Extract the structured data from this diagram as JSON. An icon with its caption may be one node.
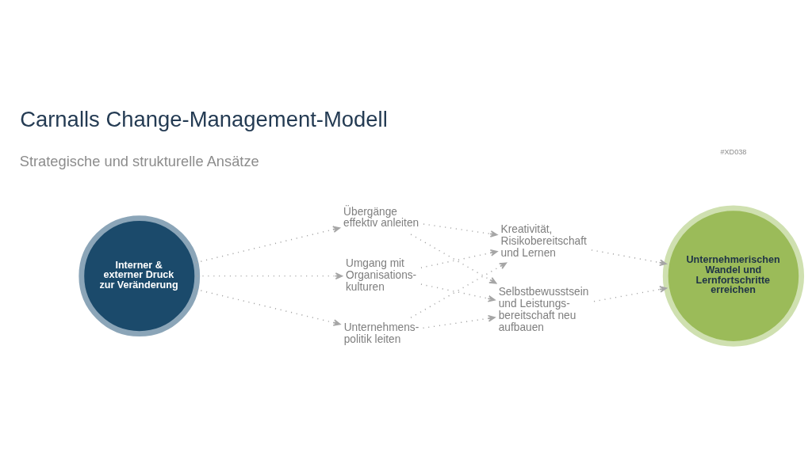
{
  "diagram": {
    "title": "Carnalls Change-Management-Modell",
    "nodes": [
      {
        "text": [
          "Interner & externer Druck zur Veränderung"
        ]
      },
      {
        "text": [
          "Übergänge effektiv anleiten"
        ]
      },
      {
        "text": [
          "Umgang mit Organisations- kulturen"
        ]
      },
      {
        "text": [
          "Unternehmens- politik leiten"
        ]
      },
      {
        "text": [
          "Kreativität, Risikobereitschaft und Lernen"
        ]
      },
      {
        "text": [
          "Selbstbewusstsein und Leistungs- bereitschaft neu aufbauen"
        ]
      },
      {
        "text": [
          "Unternehmerischen Wandel und Lernfortschritte erreichen"
        ]
      }
    ],
    "edges": [
      {
        "from": 0,
        "to": 1,
        "arrow": "to"
      },
      {
        "from": 0,
        "to": 2,
        "arrow": "to"
      },
      {
        "from": 0,
        "to": 3,
        "arrow": "to"
      },
      {
        "from": 1,
        "to": 4,
        "arrow": "to"
      },
      {
        "from": 1,
        "to": 5,
        "arrow": "to"
      },
      {
        "from": 2,
        "to": 4,
        "arrow": "to"
      },
      {
        "from": 2,
        "to": 5,
        "arrow": "to"
      },
      {
        "from": 3,
        "to": 4,
        "arrow": "to"
      },
      {
        "from": 3,
        "to": 5,
        "arrow": "to"
      },
      {
        "from": 4,
        "to": 6,
        "arrow": "to"
      },
      {
        "from": 5,
        "to": 6,
        "arrow": "to"
      }
    ],
    "labels": [
      "#XD038",
      "Strategische und strukturelle Ansätze"
    ]
  }
}
